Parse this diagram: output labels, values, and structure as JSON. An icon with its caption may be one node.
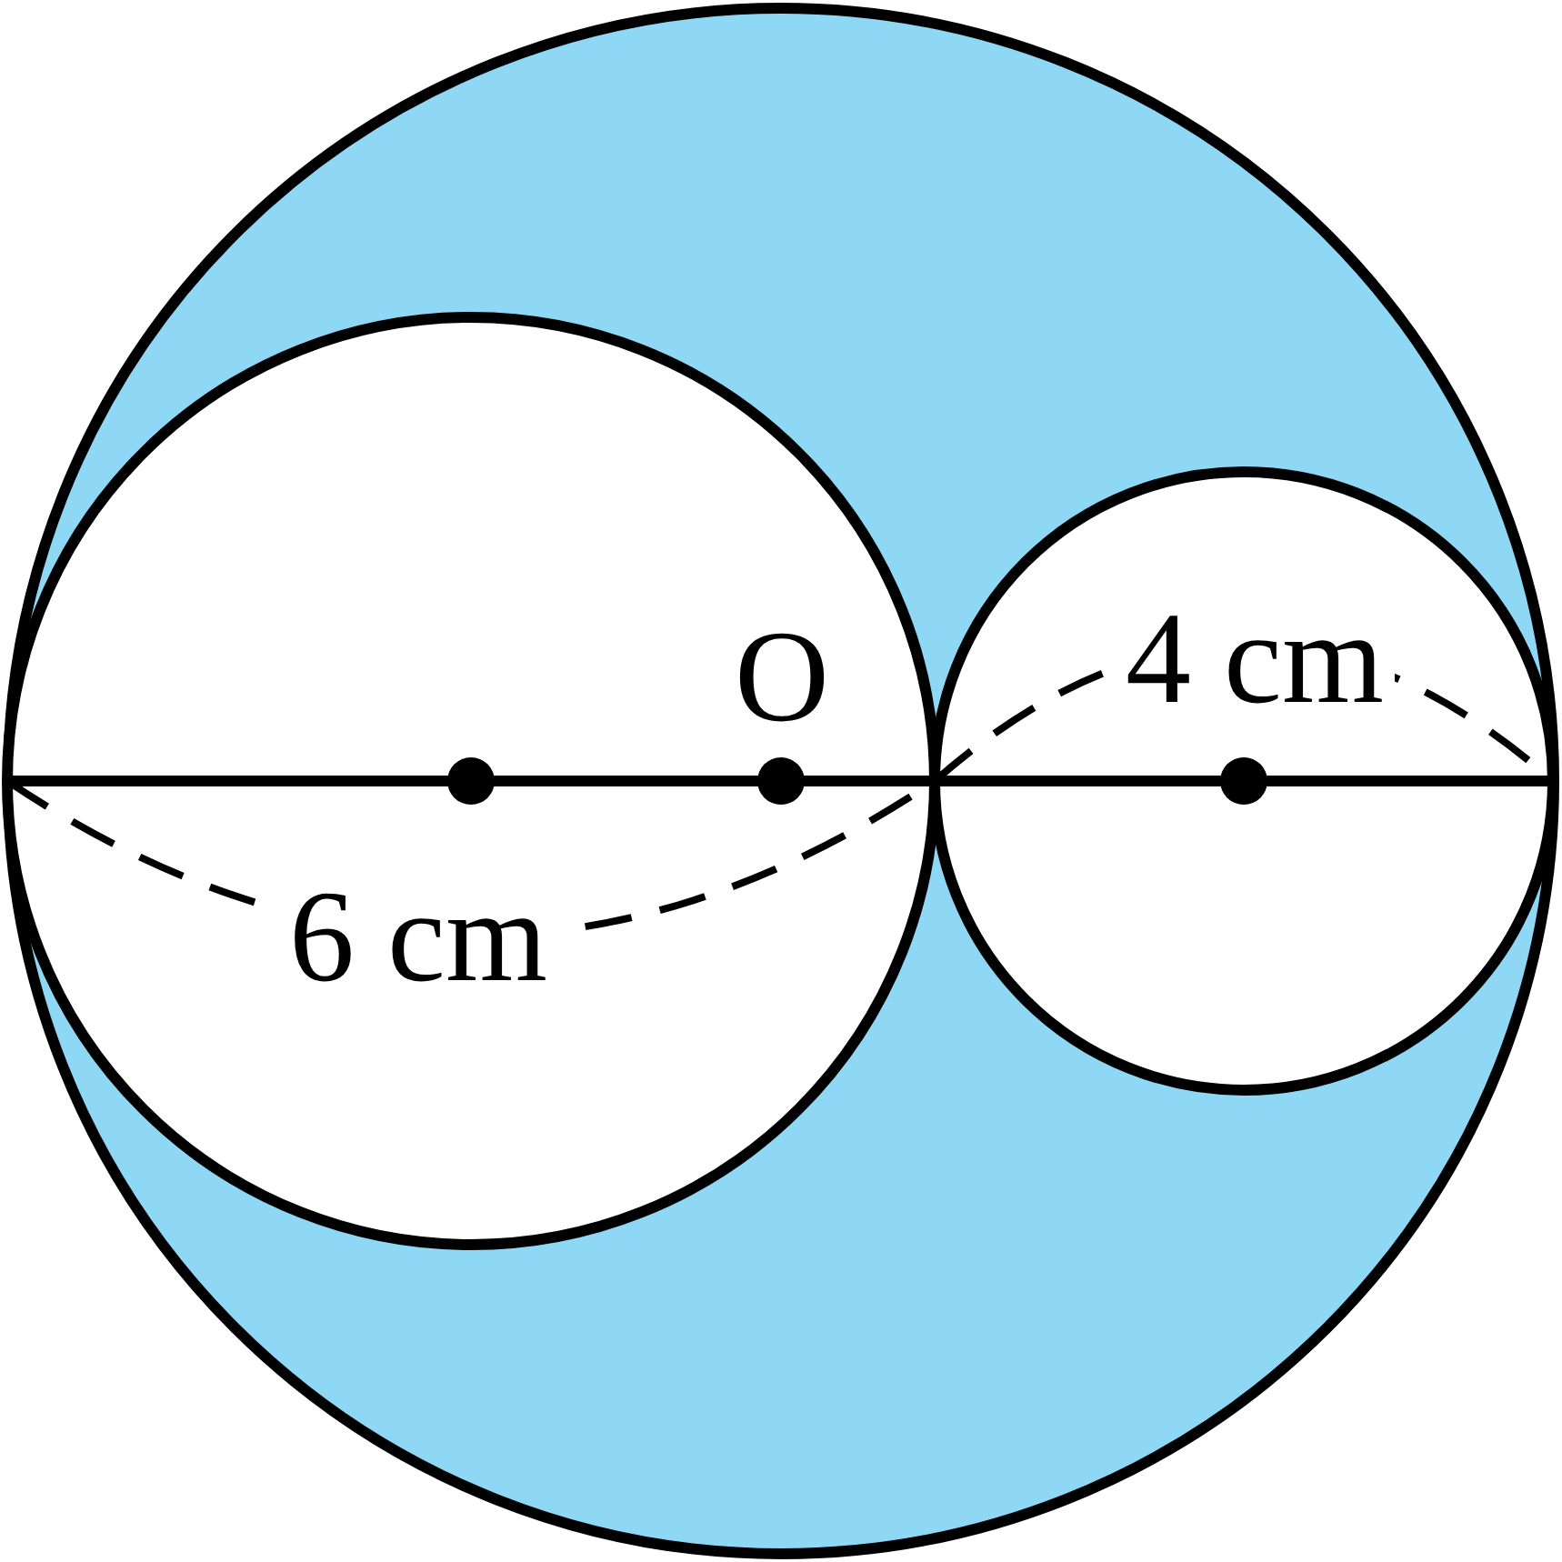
{
  "diagram": {
    "labels": [
      "O",
      "6 cm",
      "4 cm"
    ]
  }
}
